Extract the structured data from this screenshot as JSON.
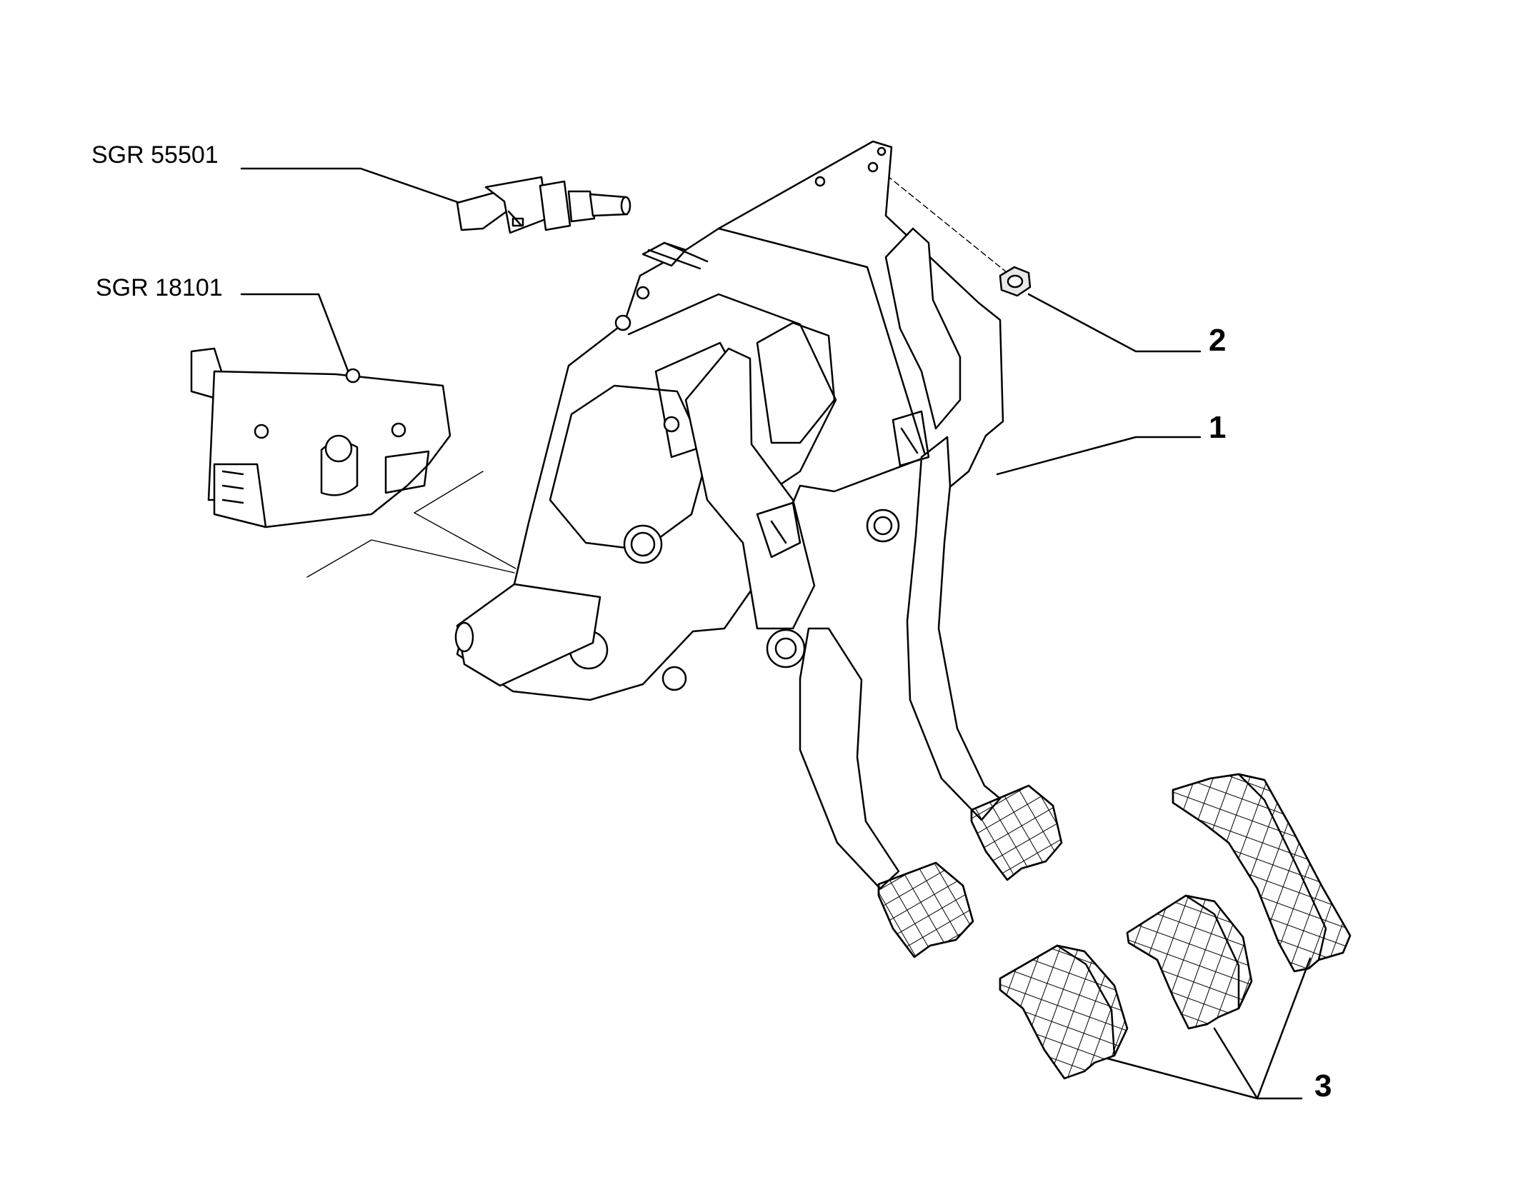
{
  "callouts": {
    "switch_code": "SGR 55501",
    "sensor_code": "SGR 18101",
    "ref_1": "1",
    "ref_2": "2",
    "ref_3": "3"
  },
  "colors": {
    "ink": "#000000",
    "paper": "#ffffff",
    "shade": "#e8e8e8"
  },
  "icons": {
    "switch": "stop-light-switch-drawing",
    "sensor": "clutch-sensor-drawing",
    "nut": "hex-nut-drawing",
    "pedal_box": "pedal-assembly-drawing",
    "pads": "pedal-pad-drawing"
  }
}
